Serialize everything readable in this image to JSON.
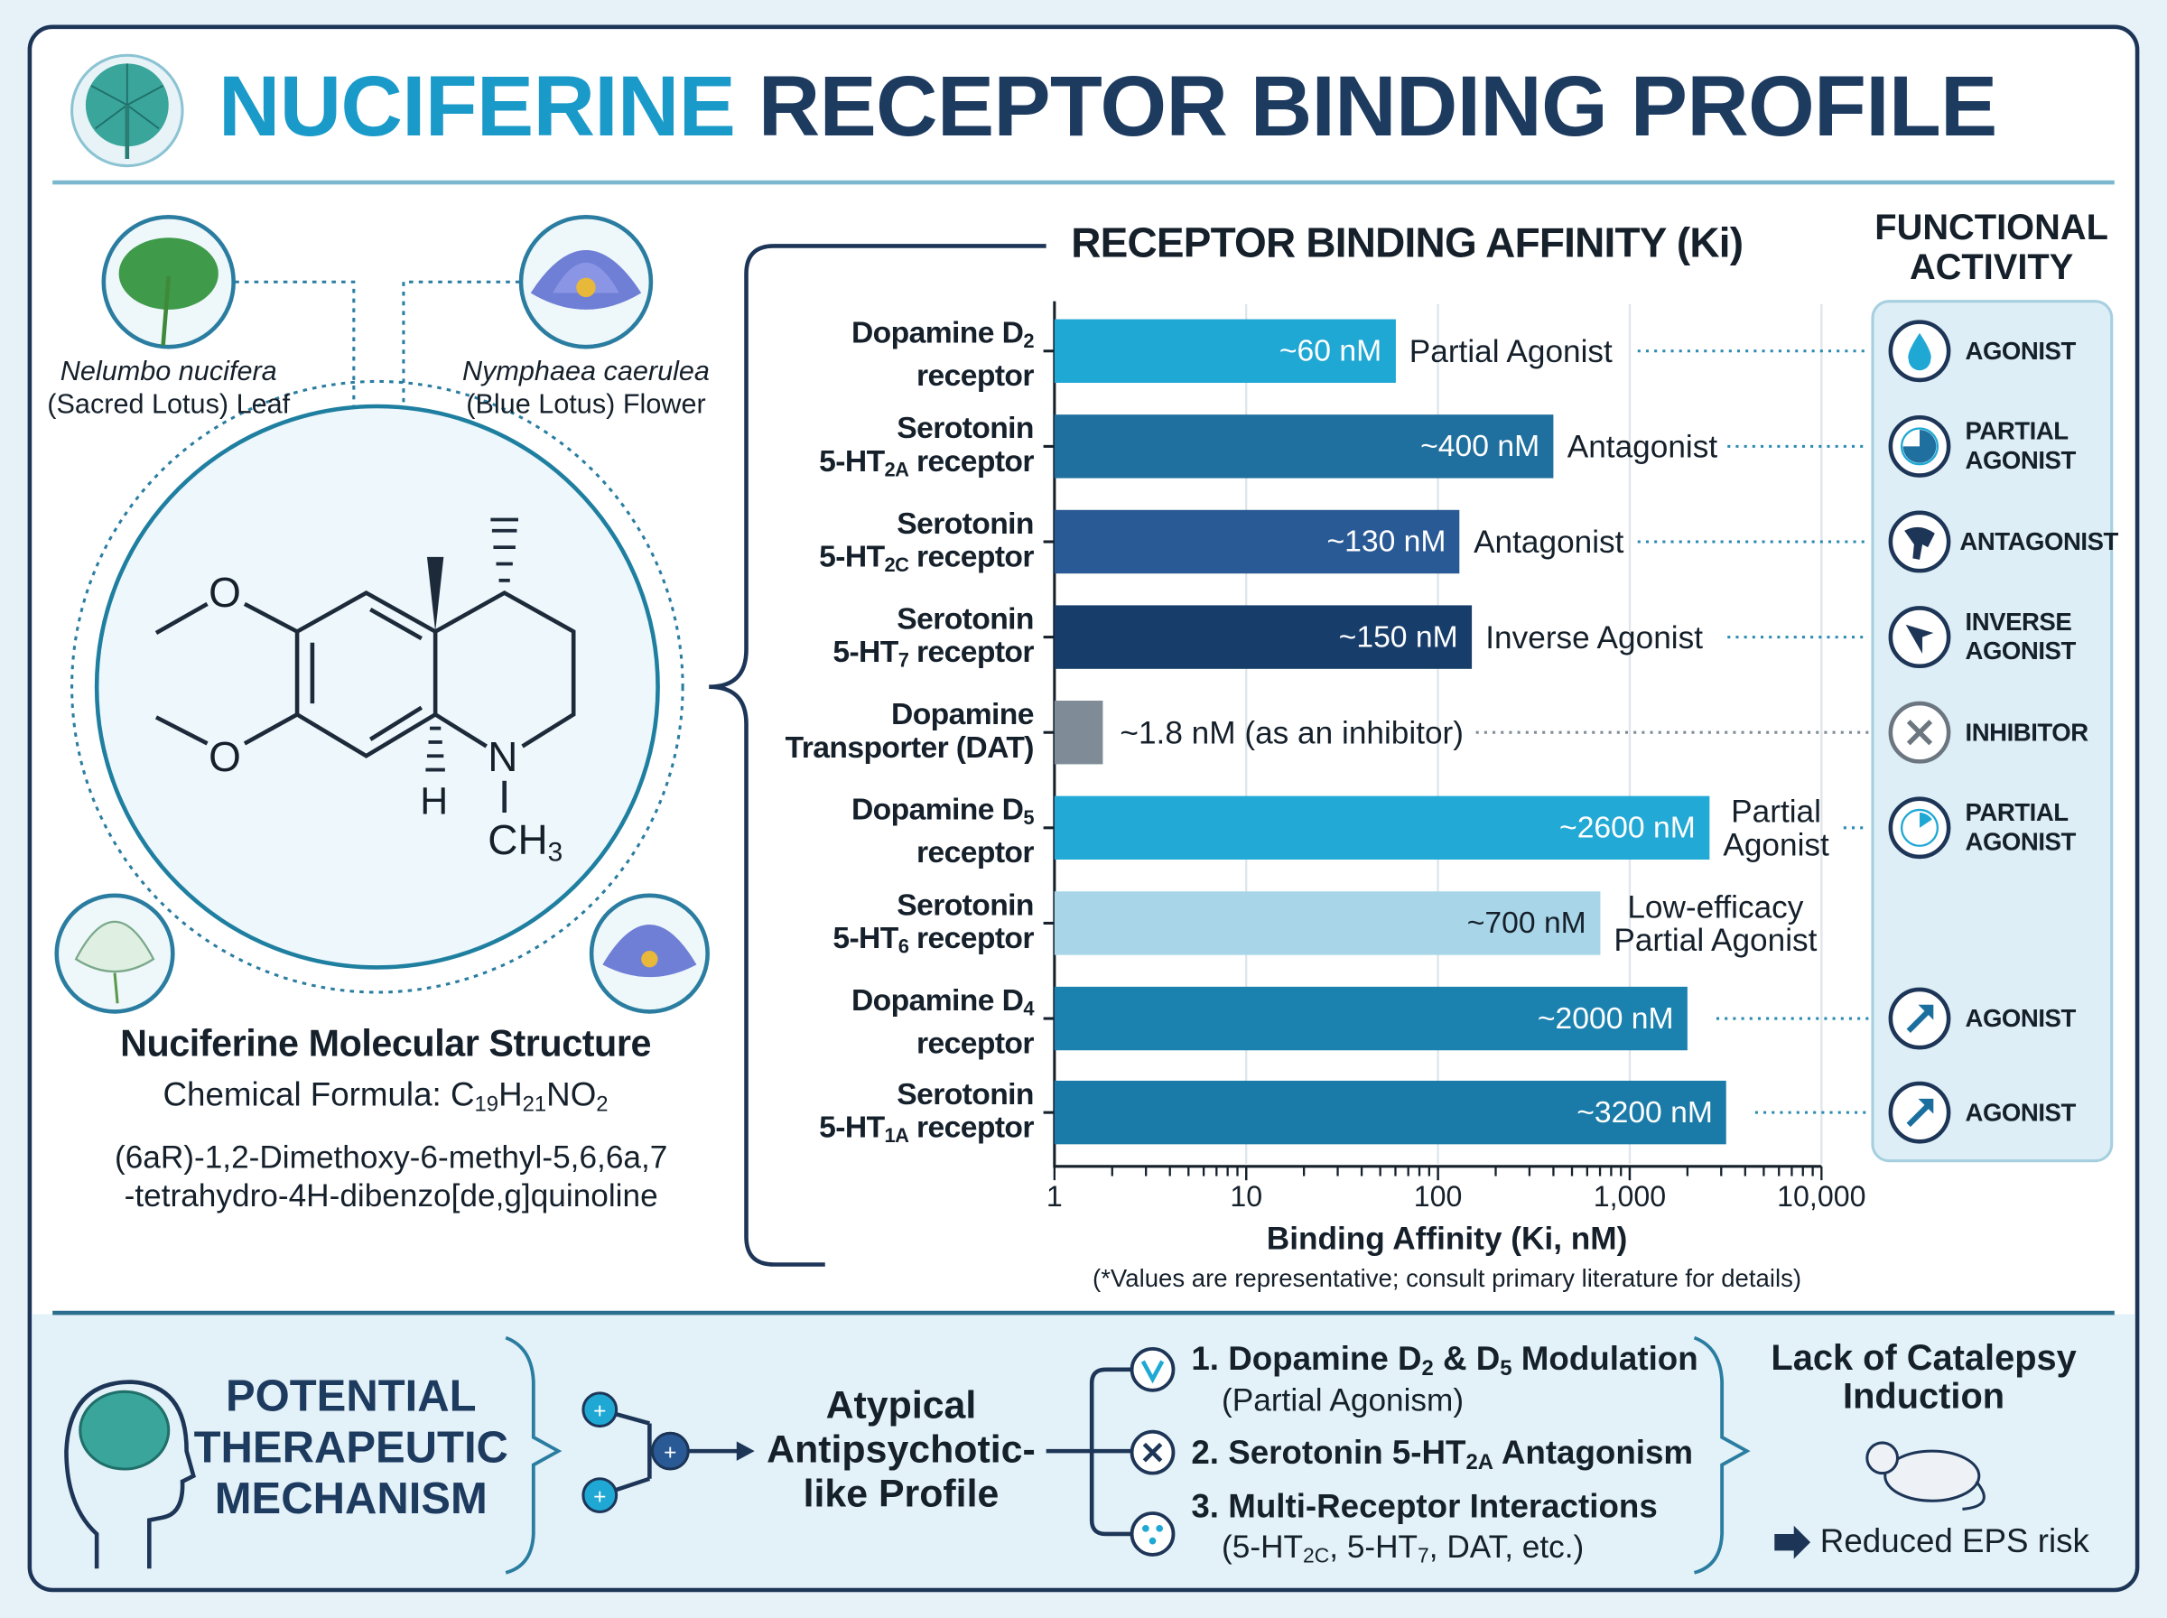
{
  "header": {
    "title_accent": "NUCIFERINE",
    "title_rest": "RECEPTOR BINDING PROFILE"
  },
  "sources": [
    {
      "name": "Nelumbo nucifera",
      "desc": "(Sacred Lotus) Leaf"
    },
    {
      "name": "Nymphaea caerulea",
      "desc": "(Blue Lotus) Flower"
    }
  ],
  "molecule": {
    "atoms": {
      "o1": "O",
      "o2": "O",
      "n": "N",
      "h": "H",
      "ch": "CH",
      "ch_sub": "3"
    },
    "caption": "Nuciferine Molecular Structure",
    "formula_label": "Chemical Formula: ",
    "formula": [
      {
        "t": "C",
        "s": "19"
      },
      {
        "t": "H",
        "s": "21"
      },
      {
        "t": "NO",
        "s": "2"
      }
    ],
    "iupac_line1": "(6aR)-1,2-Dimethoxy-6-methyl-5,6,6a,7",
    "iupac_line2": "-tetrahydro-4H-dibenzo[de,g]quinoline"
  },
  "chart_data": {
    "type": "bar",
    "orientation": "horizontal",
    "title": "RECEPTOR BINDING AFFINITY (Ki)",
    "xlabel": "Binding Affinity (Ki, nM)",
    "note": "(*Values are representative; consult primary literature for details)",
    "xscale": "log",
    "xlim": [
      1,
      10000
    ],
    "xticks": [
      "1",
      "10",
      "100",
      "1,000",
      "10,000"
    ],
    "grid": true,
    "categories": [
      {
        "l1": "Dopamine D",
        "l1s": "2",
        "l2": "receptor",
        "l2s": "",
        "l2p": ""
      },
      {
        "l1": "Serotonin",
        "l1s": "",
        "l2": "5-HT",
        "l2s": "2A",
        "l2p": " receptor"
      },
      {
        "l1": "Serotonin",
        "l1s": "",
        "l2": "5-HT",
        "l2s": "2C",
        "l2p": " receptor"
      },
      {
        "l1": "Serotonin",
        "l1s": "",
        "l2": "5-HT",
        "l2s": "7",
        "l2p": " receptor"
      },
      {
        "l1": "Dopamine",
        "l1s": "",
        "l2": "Transporter (DAT)",
        "l2s": "",
        "l2p": ""
      },
      {
        "l1": "Dopamine D",
        "l1s": "5",
        "l2": "receptor",
        "l2s": "",
        "l2p": ""
      },
      {
        "l1": "Serotonin",
        "l1s": "",
        "l2": "5-HT",
        "l2s": "6",
        "l2p": " receptor"
      },
      {
        "l1": "Dopamine D",
        "l1s": "4",
        "l2": "receptor",
        "l2s": "",
        "l2p": ""
      },
      {
        "l1": "Serotonin",
        "l1s": "",
        "l2": "5-HT",
        "l2s": "1A",
        "l2p": " receptor"
      }
    ],
    "values": [
      60,
      400,
      130,
      150,
      1.8,
      2600,
      700,
      2000,
      3200
    ],
    "value_labels": [
      "~60 nM",
      "~400 nM",
      "~130 nM",
      "~150 nM",
      "~1.8 nM (as an inhibitor)",
      "~2600 nM",
      "~700 nM",
      "~2000 nM",
      "~3200 nM"
    ],
    "activity_labels": [
      [
        "Partial Agonist"
      ],
      [
        "Antagonist"
      ],
      [
        "Antagonist"
      ],
      [
        "Inverse Agonist"
      ],
      [
        ""
      ],
      [
        "Partial",
        "Agonist"
      ],
      [
        "Low-efficacy",
        "Partial Agonist"
      ],
      [
        ""
      ],
      [
        ""
      ]
    ],
    "colors": [
      "#1fa8d4",
      "#1f6f9f",
      "#2a5a95",
      "#173d6b",
      "#7f8c97",
      "#22a9d6",
      "#a8d6e8",
      "#1b82b0",
      "#1a7aa8"
    ]
  },
  "functional": {
    "title_l1": "FUNCTIONAL",
    "title_l2": "ACTIVITY",
    "items": [
      {
        "icon": "drop",
        "l1": "AGONIST",
        "l2": ""
      },
      {
        "icon": "partial-pie",
        "l1": "PARTIAL",
        "l2": "AGONIST"
      },
      {
        "icon": "hand-block",
        "l1": "ANTAGONIST",
        "l2": ""
      },
      {
        "icon": "inverse-arrow",
        "l1": "INVERSE",
        "l2": "AGONIST"
      },
      {
        "icon": "x",
        "l1": "INHIBITOR",
        "l2": ""
      },
      {
        "icon": "partial-pie-small",
        "l1": "PARTIAL",
        "l2": "AGONIST"
      },
      null,
      {
        "icon": "arrow-up-right",
        "l1": "AGONIST",
        "l2": ""
      },
      {
        "icon": "arrow-up-right",
        "l1": "AGONIST",
        "l2": ""
      }
    ]
  },
  "mechanism": {
    "title": [
      "POTENTIAL",
      "THERAPEUTIC",
      "MECHANISM"
    ],
    "profile": [
      "Atypical",
      "Antipsychotic-",
      "like Profile"
    ],
    "item1": {
      "a": "1. Dopamine D",
      "s1": "2",
      "b": " & D",
      "s2": "5",
      "c": " Modulation",
      "sub": "(Partial Agonism)"
    },
    "item2": {
      "a": "2. Serotonin 5-HT",
      "s1": "2A",
      "b": " Antagonism"
    },
    "item3": {
      "a": "3. Multi-Receptor Interactions",
      "p1": "(5-HT",
      "s1": "2C",
      "p2": ", 5-HT",
      "s2": "7",
      "p3": ", DAT, etc.)"
    },
    "outcome": [
      "Lack of Catalepsy",
      "Induction"
    ],
    "result": "Reduced EPS risk"
  },
  "colors": {
    "accent": "#1a9ac9",
    "navy": "#1d3a5f",
    "panel": "#ddeef6"
  }
}
